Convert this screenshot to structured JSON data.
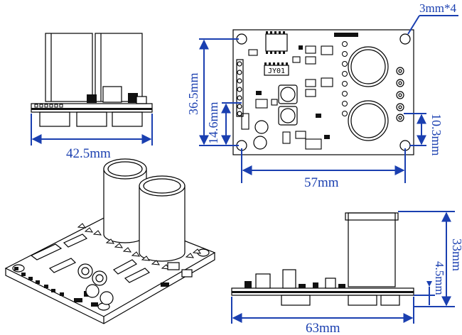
{
  "dimensions": {
    "side_width": "42.5mm",
    "board_height": "36.5mm",
    "lower_height": "14.6mm",
    "hole_spec": "3mm*4",
    "right_offset": "10.3mm",
    "board_width": "57mm",
    "total_height": "33mm",
    "standoff_height": "4.5mm",
    "total_length": "63mm"
  },
  "board_labels": {
    "ic_label": "JY01"
  },
  "colors": {
    "dimension": "#1a3fb0",
    "ink": "#000000"
  }
}
